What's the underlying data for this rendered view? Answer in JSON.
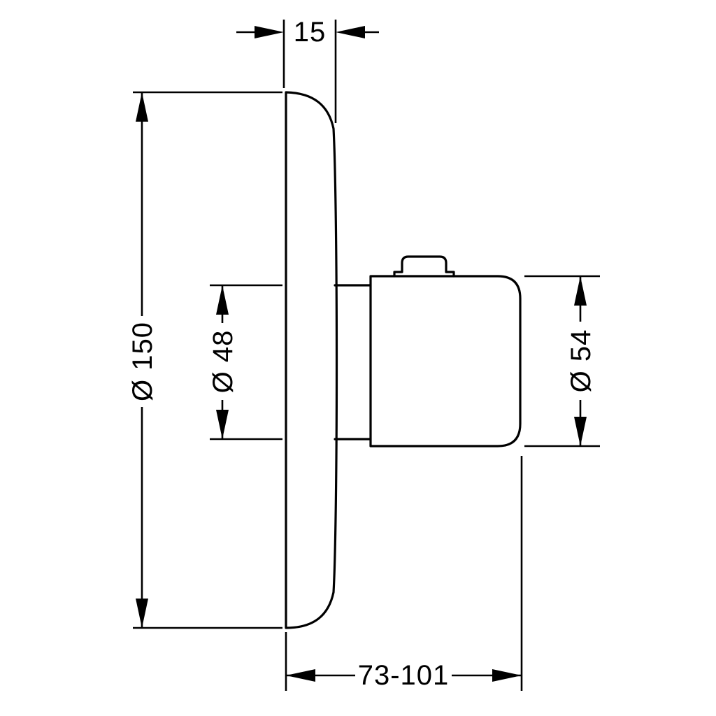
{
  "drawing": {
    "background_color": "#ffffff",
    "line_color": "#000000",
    "dimension_labels": {
      "plate_thickness": "15",
      "plate_diameter": "Ø 150",
      "inner_diameter": "Ø 48",
      "handle_diameter": "Ø 54",
      "depth_range": "73-101"
    }
  }
}
